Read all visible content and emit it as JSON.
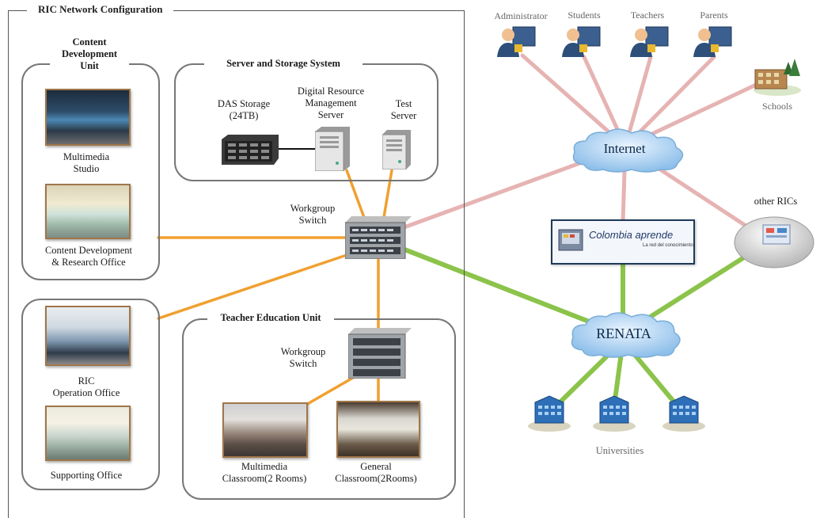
{
  "title": "RIC Network Configuration",
  "units": {
    "content_dev": "Content\nDevelopment\nUnit",
    "server_storage": "Server and Storage System",
    "teacher_edu": "Teacher Education Unit"
  },
  "labels": {
    "multimedia_studio": "Multimedia\nStudio",
    "content_dev_office": "Content Development\n& Research Office",
    "ric_operation": "RIC\nOperation Office",
    "supporting_office": "Supporting Office",
    "das_storage": "DAS Storage\n(24TB)",
    "drm_server": "Digital Resource\nManagement\nServer",
    "test_server": "Test\nServer",
    "workgroup_switch_main": "Workgroup\nSwitch",
    "workgroup_switch_teacher": "Workgroup\nSwitch",
    "multimedia_classroom": "Multimedia\nClassroom(2 Rooms)",
    "general_classroom": "General\nClassroom(2Rooms)"
  },
  "external": {
    "administrator": "Administrator",
    "students": "Students",
    "teachers": "Teachers",
    "parents": "Parents",
    "schools": "Schools",
    "internet": "Internet",
    "other_rics": "other RICs",
    "renata": "RENATA",
    "universities": "Universities",
    "logo_main": "Colombia aprende",
    "logo_sub": "La red del conocimiento"
  },
  "colors": {
    "lan_link": "#f0a030",
    "internet_link": "#e8b4b4",
    "renata_link": "#8cc34a",
    "box_border": "#777777"
  }
}
